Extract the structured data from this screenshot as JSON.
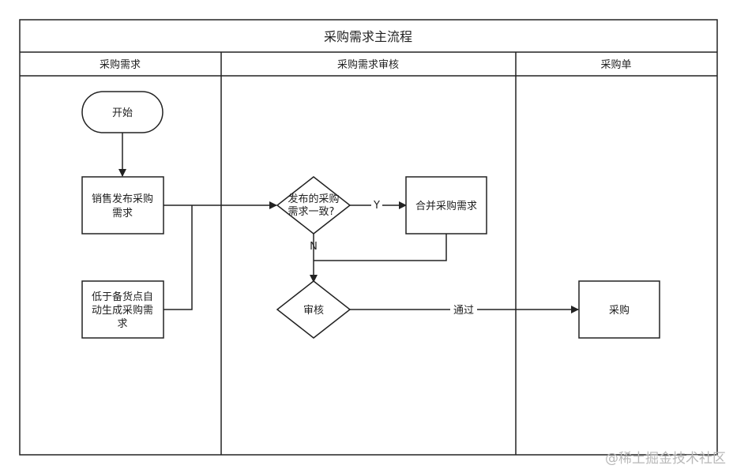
{
  "diagram": {
    "title": "采购需求主流程",
    "lanes": [
      {
        "header": "采购需求"
      },
      {
        "header": "采购需求审核"
      },
      {
        "header": "采购单"
      }
    ],
    "nodes": {
      "start": {
        "label": "开始"
      },
      "sales": {
        "line1": "销售发布采购",
        "line2": "需求"
      },
      "auto": {
        "line1": "低于备货点自",
        "line2": "动生成采购需",
        "line3": "求"
      },
      "decision": {
        "line1": "发布的采购",
        "line2": "需求一致?"
      },
      "merge": {
        "label": "合并采购需求"
      },
      "review": {
        "label": "审核"
      },
      "purchase": {
        "label": "采购"
      }
    },
    "edge_labels": {
      "yes": "Y",
      "no": "N",
      "pass": "通过"
    }
  },
  "watermark": "@稀土掘金技术社区"
}
